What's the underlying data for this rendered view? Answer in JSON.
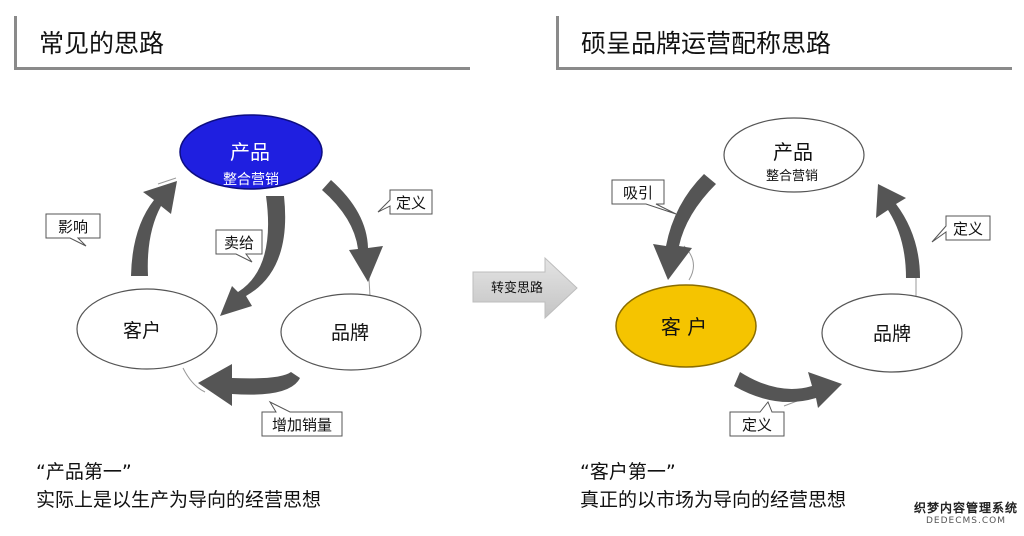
{
  "left": {
    "header": "常见的思路",
    "nodes": {
      "product": "产品",
      "product_sub": "整合营销",
      "customer": "客户",
      "brand": "品牌"
    },
    "labels": {
      "influence": "影响",
      "sell": "卖给",
      "define": "定义",
      "increase": "增加销量"
    },
    "caption_quote": "“产品第一”",
    "caption_text": "实际上是以生产为导向的经营思想"
  },
  "center": {
    "transition": "转变思路"
  },
  "right": {
    "header": "硕呈品牌运营配称思路",
    "nodes": {
      "product": "产品",
      "product_sub": "整合营销",
      "customer": "客 户",
      "brand": "品牌"
    },
    "labels": {
      "attract": "吸引",
      "define_top": "定义",
      "define_bottom": "定义"
    },
    "caption_quote": "“客户第一”",
    "caption_text": "真正的以市场为导向的经营思想"
  },
  "watermark": {
    "line1": "织梦内容管理系统",
    "line2": "DEDECMS.COM"
  },
  "colors": {
    "product_left_fill": "#1f1fe0",
    "customer_right_fill": "#f5c400",
    "arrow": "#555555",
    "header_rule": "#8a8a8a",
    "transition_arrow": "#d0d0d0"
  }
}
